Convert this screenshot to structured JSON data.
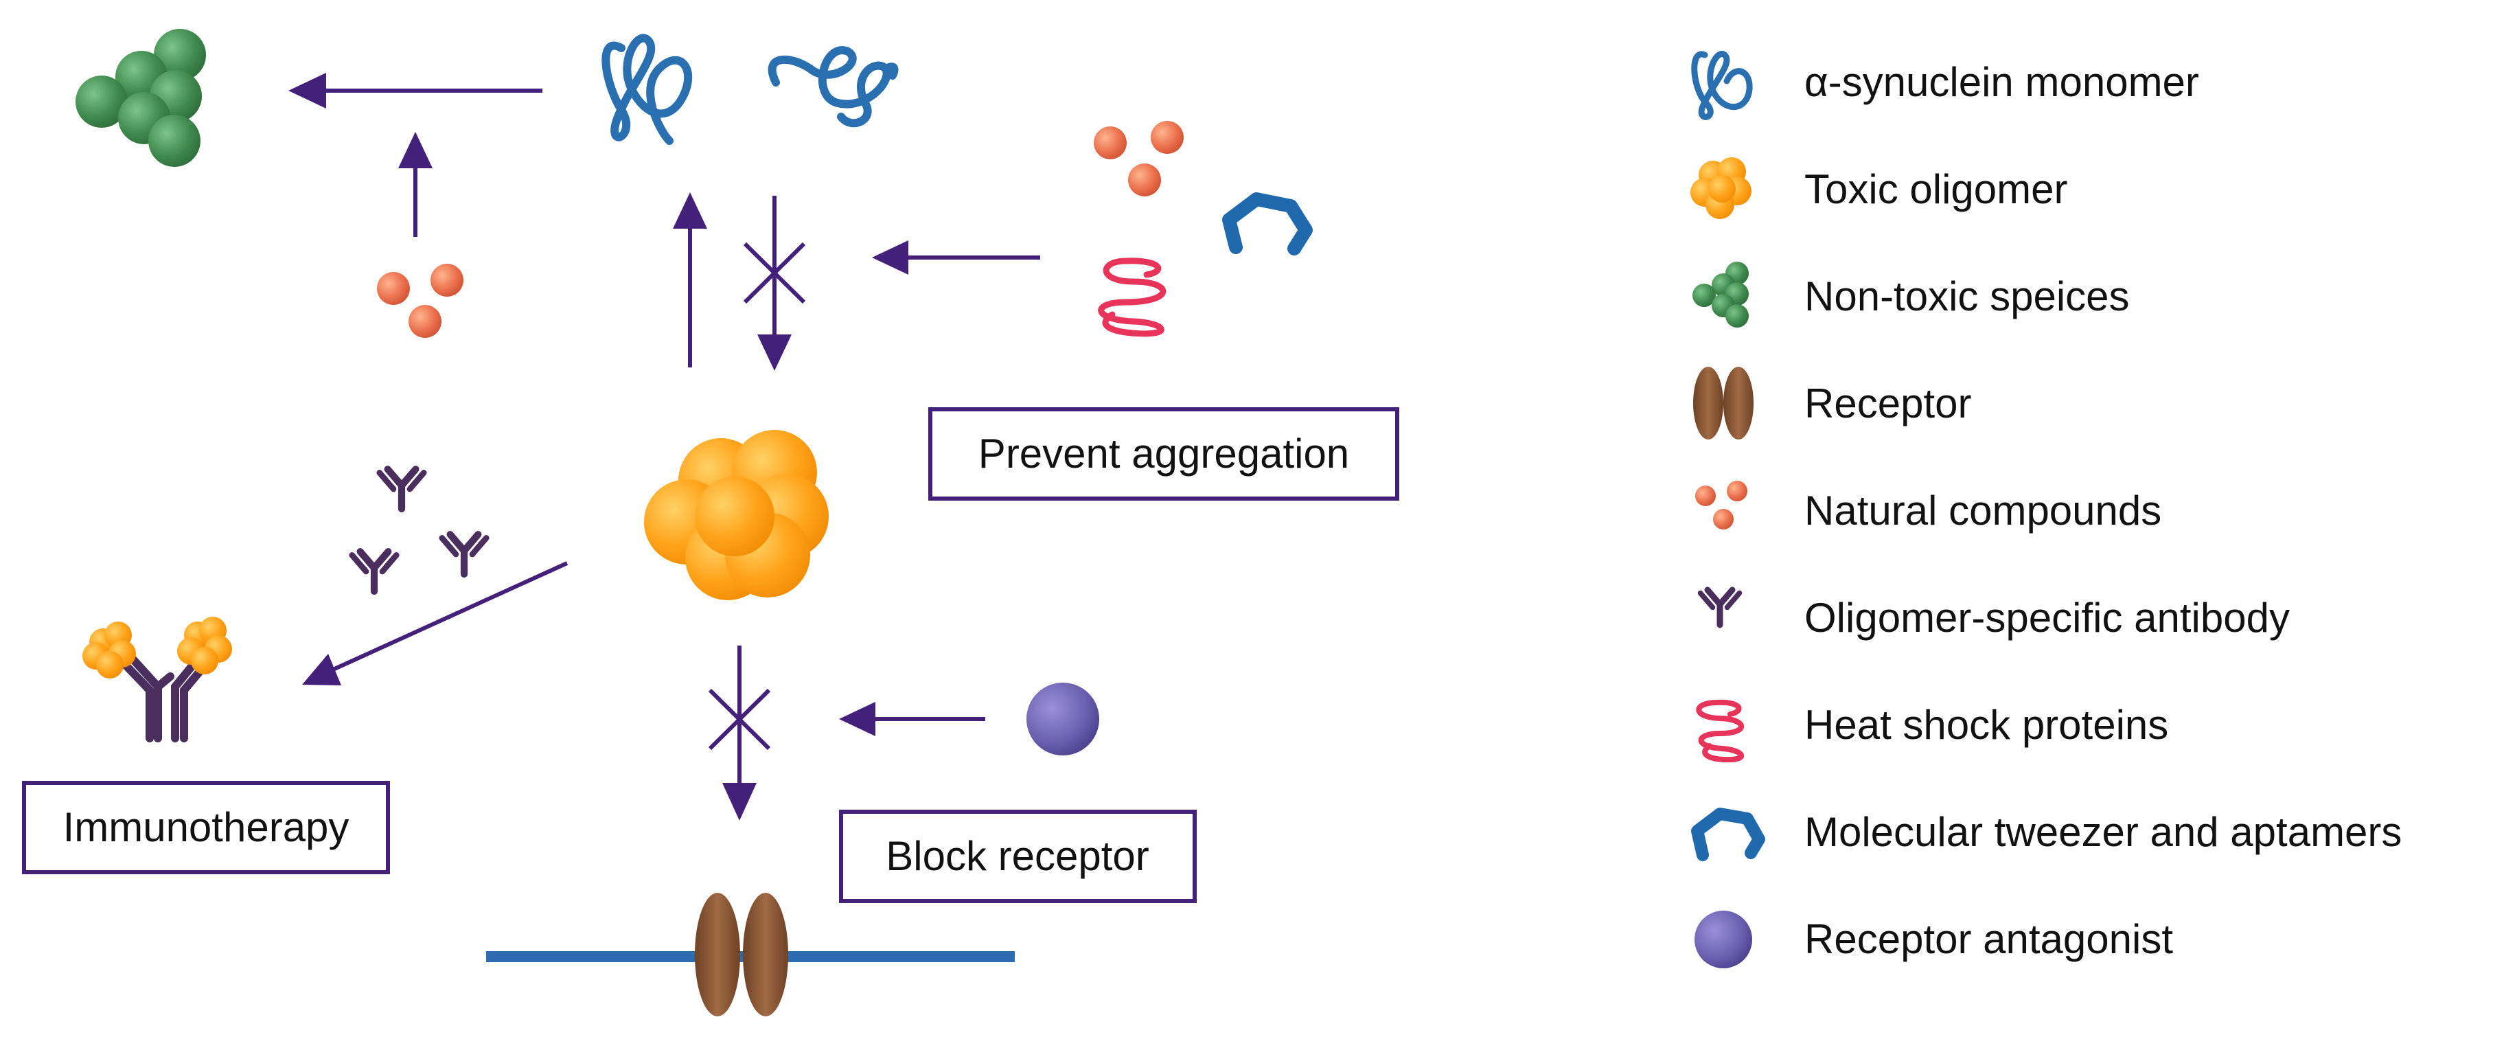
{
  "boxes": {
    "prevent_aggregation": "Prevent aggregation",
    "immunotherapy": "Immunotherapy",
    "block_receptor": "Block receptor"
  },
  "legend": {
    "items": [
      {
        "icon": "alpha-synuclein-monomer-icon",
        "label": "α-synuclein monomer"
      },
      {
        "icon": "toxic-oligomer-icon",
        "label": "Toxic oligomer"
      },
      {
        "icon": "non-toxic-species-icon",
        "label": "Non-toxic speices"
      },
      {
        "icon": "receptor-icon",
        "label": "Receptor"
      },
      {
        "icon": "natural-compounds-icon",
        "label": "Natural compounds"
      },
      {
        "icon": "oligomer-specific-antibody-icon",
        "label": "Oligomer-specific antibody"
      },
      {
        "icon": "heat-shock-protein-icon",
        "label": "Heat shock proteins"
      },
      {
        "icon": "molecular-tweezer-icon",
        "label": "Molecular tweezer and aptamers"
      },
      {
        "icon": "receptor-antagonist-icon",
        "label": "Receptor antagonist"
      }
    ]
  },
  "colors": {
    "arrow": "#43207a",
    "monomer": "#2a6fb0",
    "oligomer": "#ffa41c",
    "nontoxic": "#3f8a4e",
    "receptor": "#8c5a3a",
    "compound": "#ea6f4c",
    "antibody": "#4a2e5e",
    "hsp": "#e8345a",
    "tweezer": "#2169ad",
    "antagonist": "#6a5fb0",
    "membrane": "#2e6cb2",
    "box_border": "#43207a"
  }
}
